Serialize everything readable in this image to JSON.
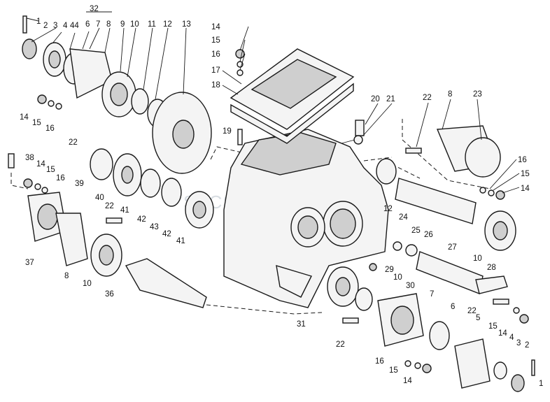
{
  "diagram": {
    "watermark": "SPCSERVICE.COM",
    "labels": [
      {
        "id": "l1a",
        "text": "1"
      },
      {
        "id": "l2a",
        "text": "2"
      },
      {
        "id": "l3a",
        "text": "3"
      },
      {
        "id": "l4a",
        "text": "4"
      },
      {
        "id": "l44",
        "text": "44"
      },
      {
        "id": "l6",
        "text": "6"
      },
      {
        "id": "l7a",
        "text": "7"
      },
      {
        "id": "l32",
        "text": "32"
      },
      {
        "id": "l8a",
        "text": "8"
      },
      {
        "id": "l9",
        "text": "9"
      },
      {
        "id": "l10a",
        "text": "10"
      },
      {
        "id": "l11",
        "text": "11"
      },
      {
        "id": "l12a",
        "text": "12"
      },
      {
        "id": "l13",
        "text": "13"
      },
      {
        "id": "l14a",
        "text": "14"
      },
      {
        "id": "l15a",
        "text": "15"
      },
      {
        "id": "l16a",
        "text": "16"
      },
      {
        "id": "l22a",
        "text": "22"
      },
      {
        "id": "l39",
        "text": "39"
      },
      {
        "id": "l40",
        "text": "40"
      },
      {
        "id": "l41a",
        "text": "41"
      },
      {
        "id": "l38",
        "text": "38"
      },
      {
        "id": "l14b",
        "text": "14"
      },
      {
        "id": "l15b",
        "text": "15"
      },
      {
        "id": "l16b",
        "text": "16"
      },
      {
        "id": "l37",
        "text": "37"
      },
      {
        "id": "l8b",
        "text": "8"
      },
      {
        "id": "l10b",
        "text": "10"
      },
      {
        "id": "l36",
        "text": "36"
      },
      {
        "id": "l22b",
        "text": "22"
      },
      {
        "id": "l42a",
        "text": "42"
      },
      {
        "id": "l43",
        "text": "43"
      },
      {
        "id": "l42b",
        "text": "42"
      },
      {
        "id": "l41b",
        "text": "41"
      },
      {
        "id": "l14c",
        "text": "14"
      },
      {
        "id": "l15c",
        "text": "15"
      },
      {
        "id": "l16c",
        "text": "16"
      },
      {
        "id": "l17",
        "text": "17"
      },
      {
        "id": "l18",
        "text": "18"
      },
      {
        "id": "l19",
        "text": "19"
      },
      {
        "id": "l20",
        "text": "20"
      },
      {
        "id": "l21",
        "text": "21"
      },
      {
        "id": "l22c",
        "text": "22"
      },
      {
        "id": "l8c",
        "text": "8"
      },
      {
        "id": "l23",
        "text": "23"
      },
      {
        "id": "l16d",
        "text": "16"
      },
      {
        "id": "l15d",
        "text": "15"
      },
      {
        "id": "l14d",
        "text": "14"
      },
      {
        "id": "l12b",
        "text": "12"
      },
      {
        "id": "l24",
        "text": "24"
      },
      {
        "id": "l25",
        "text": "25"
      },
      {
        "id": "l26",
        "text": "26"
      },
      {
        "id": "l27",
        "text": "27"
      },
      {
        "id": "l10c",
        "text": "10"
      },
      {
        "id": "l28",
        "text": "28"
      },
      {
        "id": "l29",
        "text": "29"
      },
      {
        "id": "l10d",
        "text": "10"
      },
      {
        "id": "l30",
        "text": "30"
      },
      {
        "id": "l7b",
        "text": "7"
      },
      {
        "id": "l31",
        "text": "31"
      },
      {
        "id": "l6b",
        "text": "6"
      },
      {
        "id": "l22d",
        "text": "22"
      },
      {
        "id": "l5",
        "text": "5"
      },
      {
        "id": "l15e",
        "text": "15"
      },
      {
        "id": "l14e",
        "text": "14"
      },
      {
        "id": "l4b",
        "text": "4"
      },
      {
        "id": "l3b",
        "text": "3"
      },
      {
        "id": "l2b",
        "text": "2"
      },
      {
        "id": "l1b",
        "text": "1"
      },
      {
        "id": "l22e",
        "text": "22"
      },
      {
        "id": "l16e",
        "text": "16"
      },
      {
        "id": "l15f",
        "text": "15"
      },
      {
        "id": "l14f",
        "text": "14"
      }
    ]
  }
}
